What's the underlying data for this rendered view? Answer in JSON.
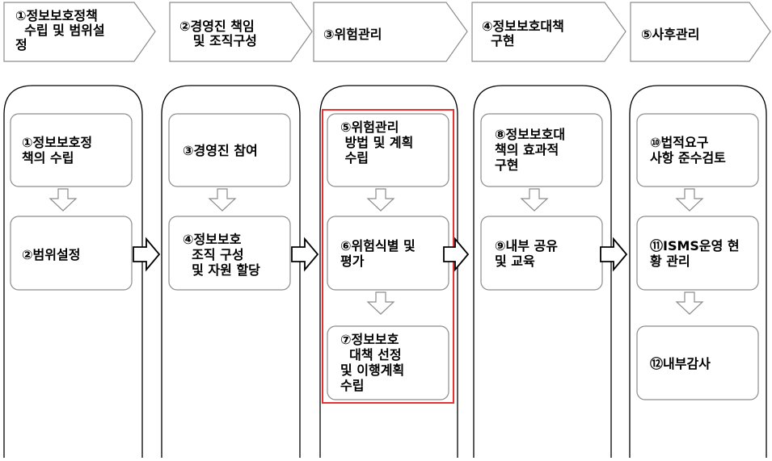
{
  "phases": [
    {
      "header": "①정보보호정책\n  수립 및 범위설\n정",
      "steps": [
        "①정보보호정\n책의 수립",
        "②범위설정"
      ]
    },
    {
      "header": "②경영진 책임\n   및 조직구성",
      "steps": [
        "③경영진 참여",
        "④정보보호\n  조직 구성\n  및 자원 할당"
      ]
    },
    {
      "header": "③위험관리",
      "steps": [
        "⑤위험관리\n 방법 및 계획\n 수립",
        "⑥위험식별 및\n평가",
        "⑦정보보호\n  대책 선정\n및 이행계획\n수립"
      ]
    },
    {
      "header": "④정보보호대책\n  구현",
      "steps": [
        "⑧정보보호대\n책의 효과적\n구현",
        "⑨내부 공유\n및 교육"
      ]
    },
    {
      "header": "⑤사후관리",
      "steps": [
        "⑩법적요구\n사항 준수검토",
        "⑪ISMS운영 현\n황 관리",
        "⑫내부감사"
      ]
    }
  ],
  "colors": {
    "box_fill": "#ffffff",
    "box_stroke": "#8c8c8c",
    "column_stroke": "#000000",
    "highlight": "#e53333",
    "arrow_fill": "#ffffff",
    "arrow_stroke": "#8c8c8c"
  }
}
